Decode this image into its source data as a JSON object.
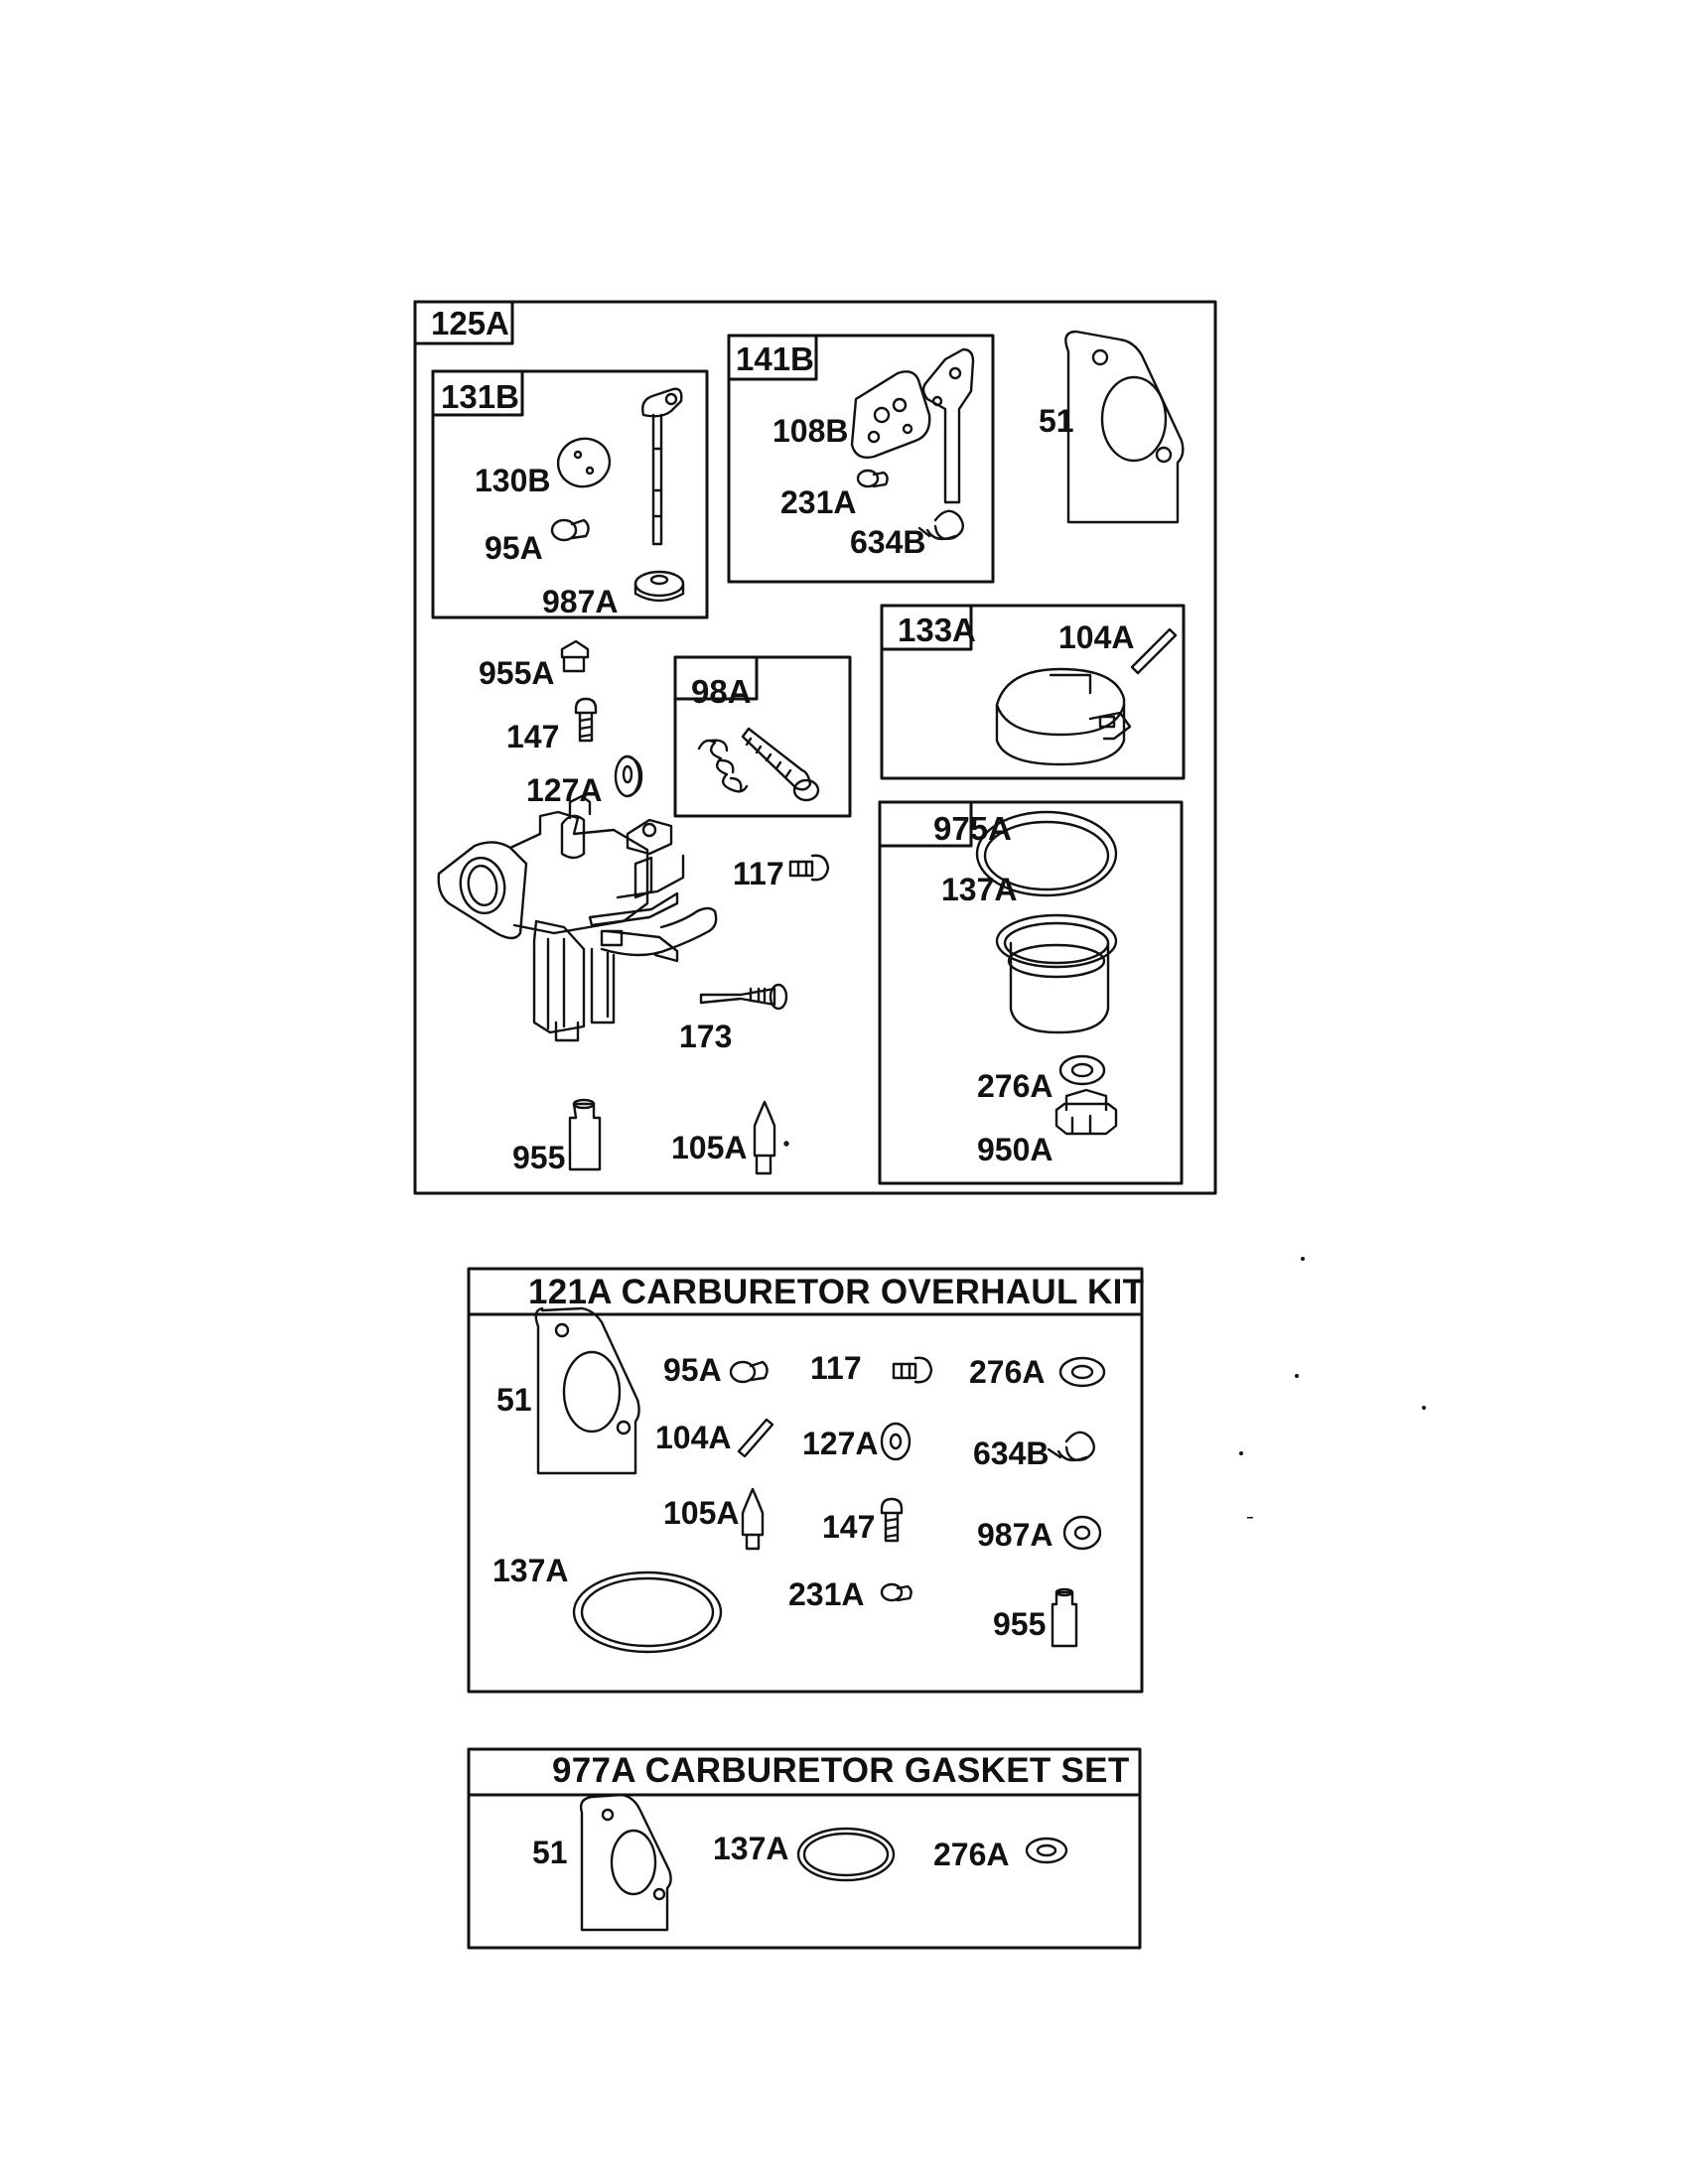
{
  "main_assembly": {
    "id": "125A",
    "subassemblies": {
      "s131b": {
        "id": "131B",
        "parts": [
          "130B",
          "95A",
          "987A"
        ]
      },
      "s141b": {
        "id": "141B",
        "parts": [
          "108B",
          "231A",
          "634B"
        ]
      },
      "s133a": {
        "id": "133A",
        "parts": [
          "104A"
        ]
      },
      "s98a": {
        "id": "98A"
      },
      "s975a": {
        "id": "975A",
        "parts": [
          "137A",
          "276A",
          "950A"
        ]
      }
    },
    "loose_parts": [
      "51",
      "955A",
      "147",
      "127A",
      "117",
      "173",
      "955",
      "105A"
    ]
  },
  "overhaul_kit": {
    "title": "121A CARBURETOR OVERHAUL KIT",
    "parts": [
      "51",
      "95A",
      "117",
      "276A",
      "104A",
      "127A",
      "634B",
      "105A",
      "147",
      "987A",
      "137A",
      "231A",
      "955"
    ]
  },
  "gasket_set": {
    "title": "977A CARBURETOR GASKET SET",
    "parts": [
      "51",
      "137A",
      "276A"
    ]
  }
}
